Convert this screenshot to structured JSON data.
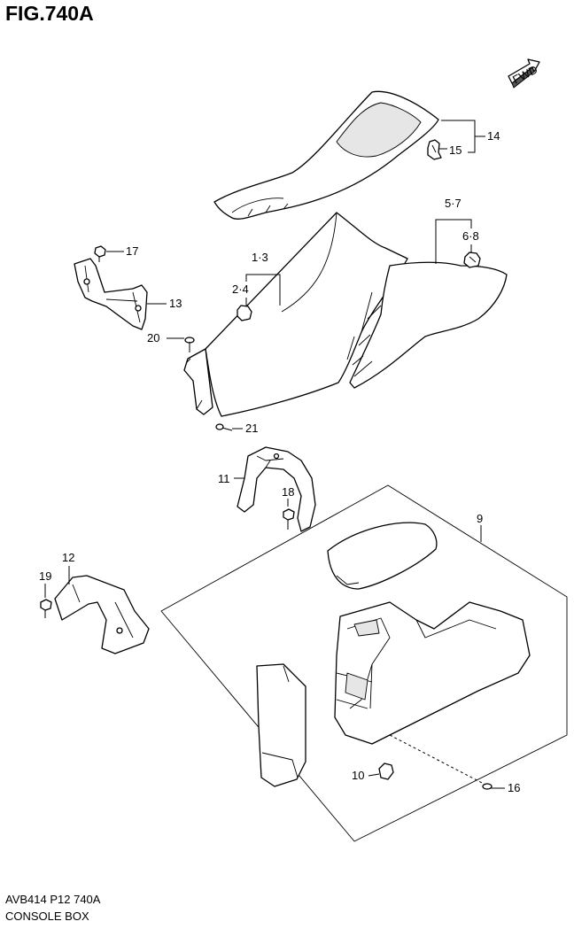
{
  "figure": {
    "title": "FIG.740A",
    "code": "AVB414 P12 740A",
    "name": "CONSOLE BOX",
    "fwd": "FWD"
  },
  "callouts": {
    "c14": "14",
    "c15": "15",
    "c57": "5·7",
    "c68": "6·8",
    "c17": "17",
    "c13": "13",
    "c13b": "1·3",
    "c24": "2·4",
    "c20": "20",
    "c21": "21",
    "c11": "11",
    "c18": "18",
    "c9": "9",
    "c12": "12",
    "c19": "19",
    "c10": "10",
    "c16": "16"
  }
}
